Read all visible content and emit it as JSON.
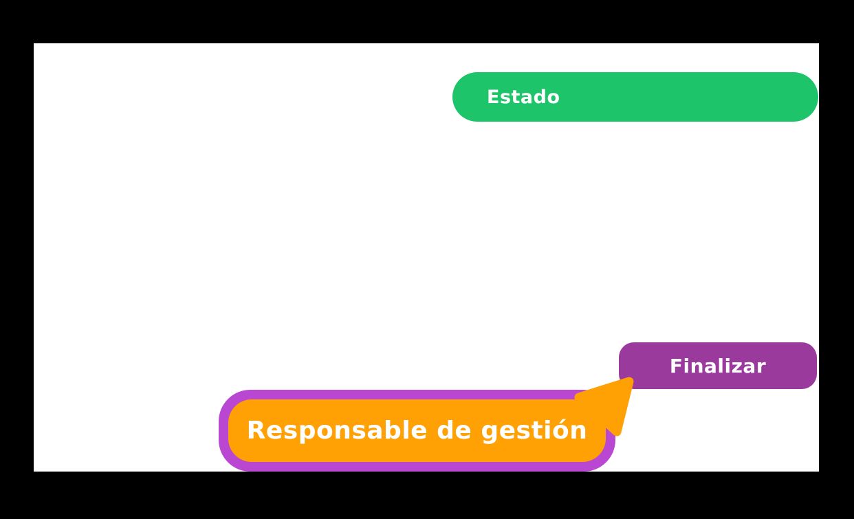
{
  "canvas": {
    "background_color": "#000000",
    "card_color": "#FFFFFF"
  },
  "buttons": {
    "estado": {
      "label": "Estado",
      "color": "#1DC46A",
      "text_color": "#FFFFFF"
    },
    "finalizar": {
      "label": "Finalizar",
      "color": "#9A3A9C",
      "text_color": "#FFFFFF"
    },
    "responsable": {
      "label": "Responsable de gestión",
      "fill_color": "#FFA005",
      "outline_color": "#B947D2",
      "text_color": "#FFFFFF"
    }
  },
  "arrow": {
    "color": "#FFA005"
  }
}
